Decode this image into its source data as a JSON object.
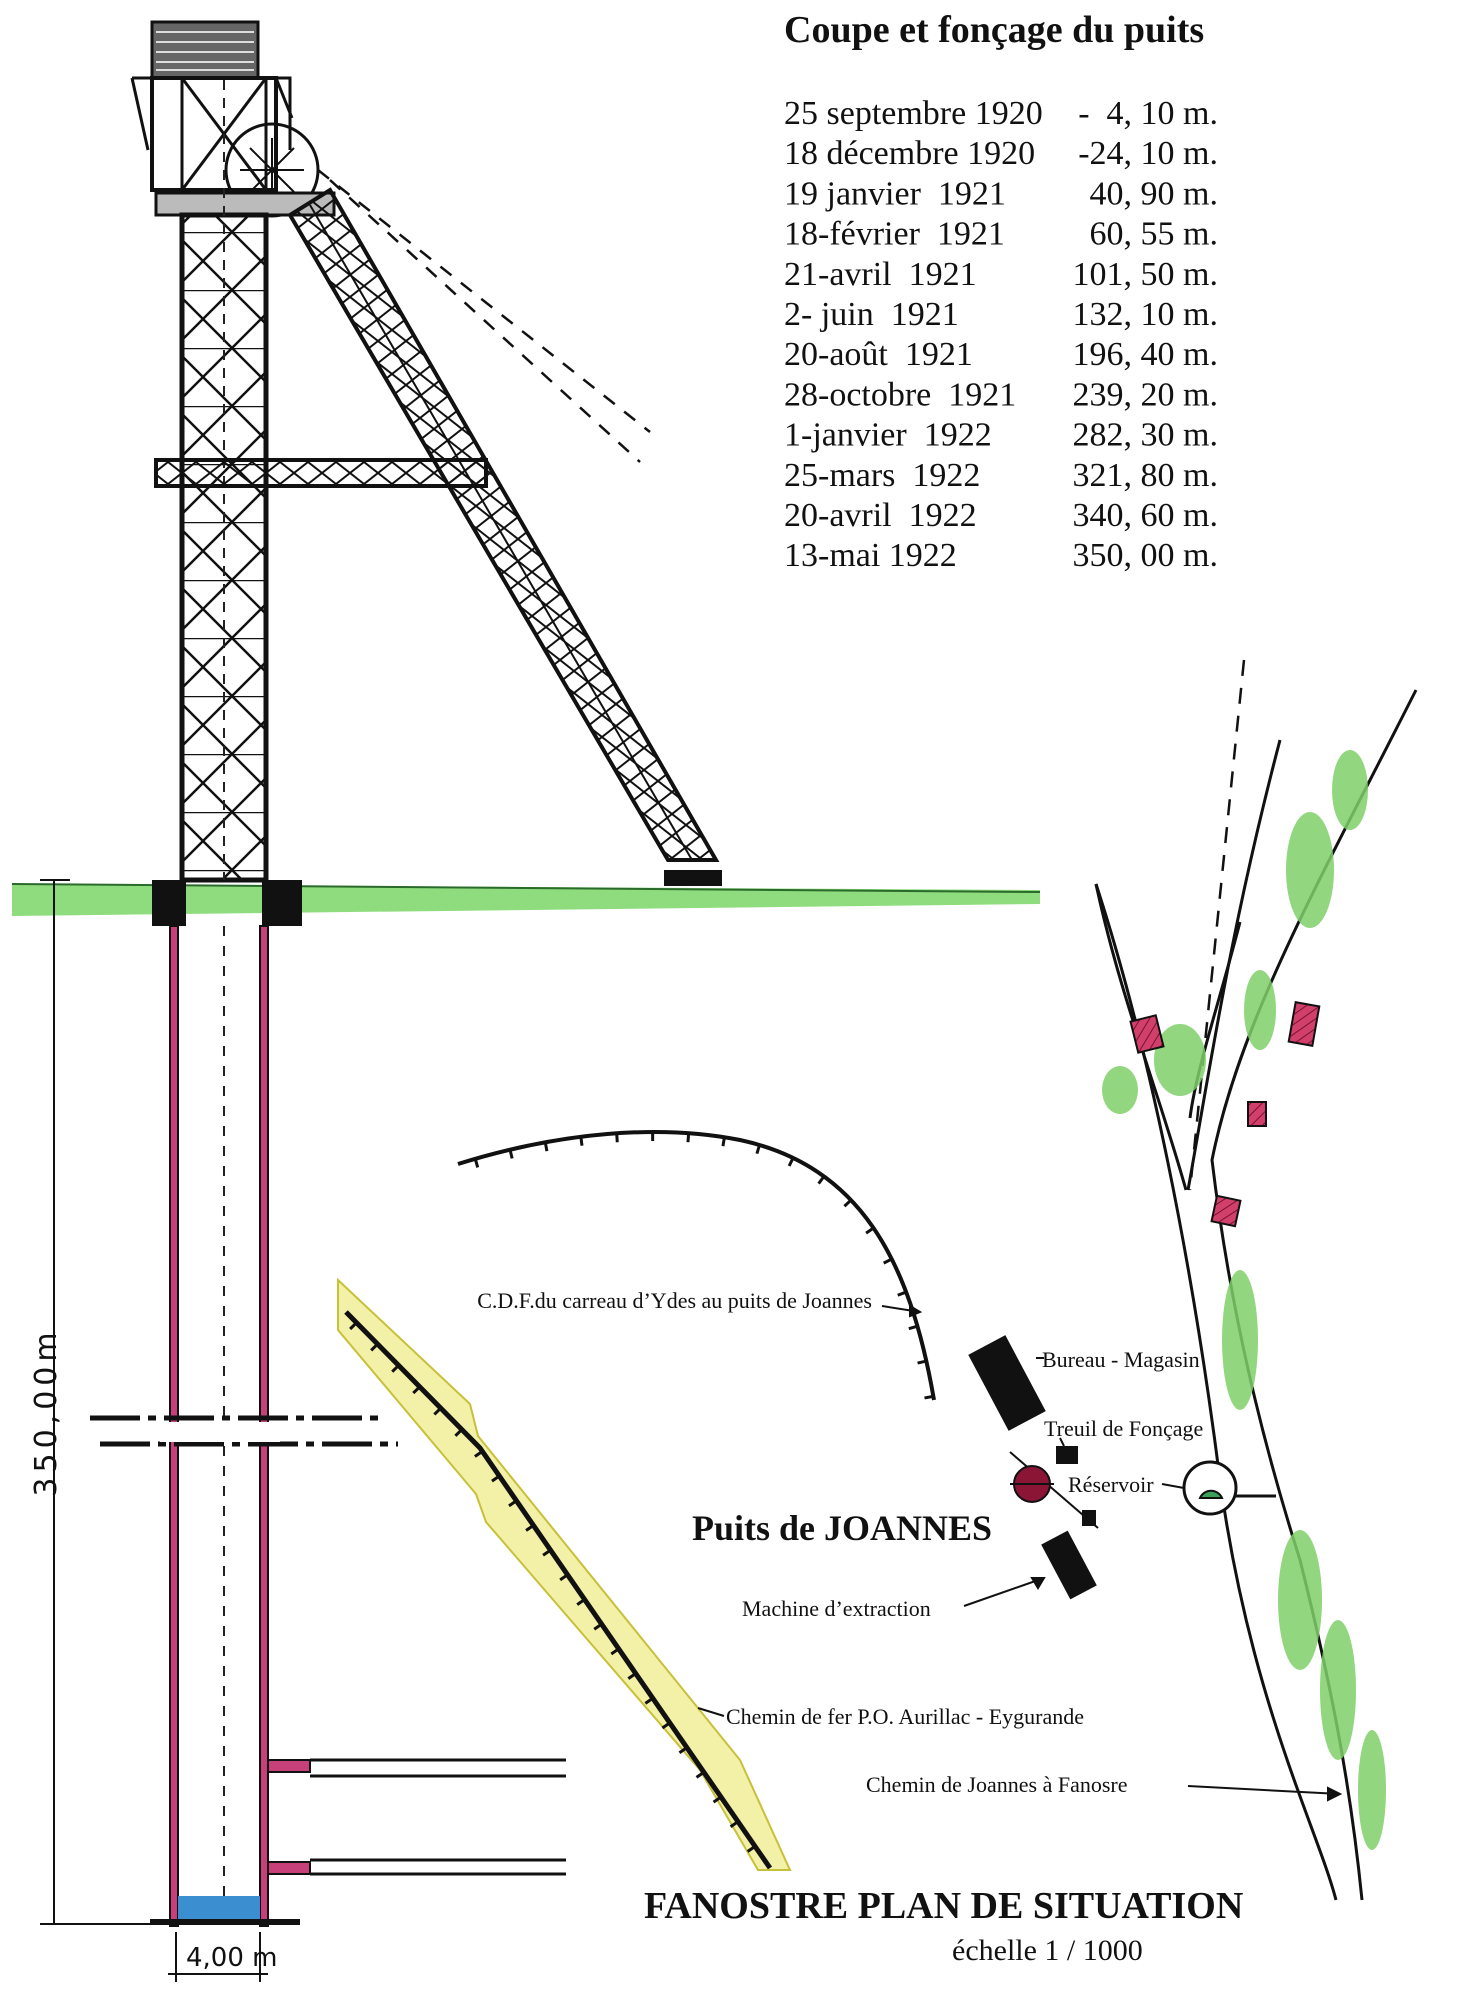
{
  "table": {
    "title": "Coupe et fonçage du puits",
    "rows": [
      {
        "date": "25 septembre 1920",
        "depth": "-  4, 10 m."
      },
      {
        "date": "18 décembre 1920",
        "depth": "-24, 10 m."
      },
      {
        "date": "19 janvier  1921",
        "depth": "40, 90 m."
      },
      {
        "date": "18-février  1921",
        "depth": "60, 55 m."
      },
      {
        "date": "21-avril  1921",
        "depth": "101, 50 m."
      },
      {
        "date": "2- juin  1921",
        "depth": "132, 10 m."
      },
      {
        "date": "20-août  1921",
        "depth": "196, 40 m."
      },
      {
        "date": "28-octobre  1921",
        "depth": "239, 20 m."
      },
      {
        "date": "1-janvier  1922",
        "depth": "282, 30 m."
      },
      {
        "date": "25-mars  1922",
        "depth": "321, 80 m."
      },
      {
        "date": "20-avril  1922",
        "depth": "340, 60 m."
      },
      {
        "date": "13-mai 1922",
        "depth": "350, 00 m."
      }
    ]
  },
  "section": {
    "depth_label": "350,00m",
    "width_label": "4,00 m"
  },
  "plan": {
    "labels": {
      "cdf": "C.D.F.du carreau d’Ydes au puits de Joannes",
      "bureau": "Bureau - Magasin",
      "treuil": "Treuil de Fonçage",
      "reservoir": "Réservoir",
      "puits": "Puits de JOANNES",
      "machine": "Machine d’extraction",
      "chemin_fer": "Chemin de fer P.O. Aurillac - Eygurande",
      "chemin_joannes": "Chemin de Joannes à Fanosre"
    },
    "title": "FANOSTRE PLAN DE SITUATION",
    "scale": "échelle  1 / 1000"
  },
  "colors": {
    "ground": "#8fdc7e",
    "shaft_lining": "#c8407a",
    "water": "#3b8fd0",
    "rail_band": "#f3f0a8",
    "well": "#8a1535",
    "houses": "#d0406a",
    "trees": "#7fd06a",
    "reservoir": "#3aa05a"
  }
}
